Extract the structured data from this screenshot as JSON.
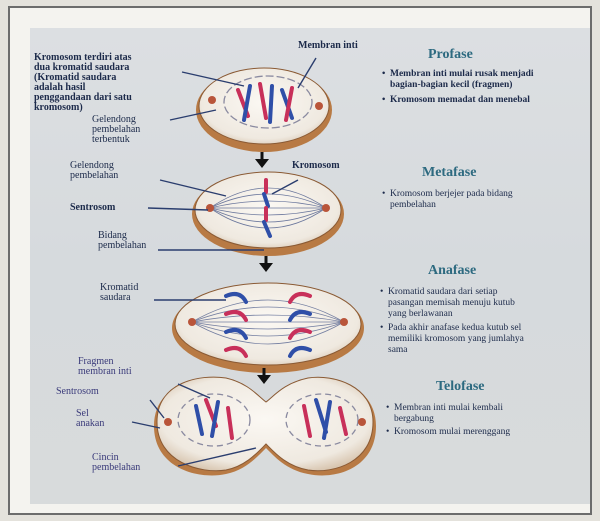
{
  "stages": [
    {
      "title": "Profase",
      "bullets": [
        [
          "Membran inti mulai rusak menjadi",
          "bagian-bagian kecil (fragmen)"
        ],
        [
          "Kromosom memadat dan menebal"
        ]
      ]
    },
    {
      "title": "Metafase",
      "bullets": [
        [
          "Kromosom berjejer pada bidang",
          "pembelahan"
        ]
      ]
    },
    {
      "title": "Anafase",
      "bullets": [
        [
          "Kromatid saudara dari setiap",
          "pasangan memisah menuju kutub",
          "yang berlawanan"
        ],
        [
          "Pada akhir anafase kedua kutub sel",
          "memiliki kromosom yang jumlahya",
          "sama"
        ]
      ]
    },
    {
      "title": "Telofase",
      "bullets": [
        [
          "Membran inti mulai kembali",
          "bergabung"
        ],
        [
          "Kromosom mulai merenggang"
        ]
      ]
    }
  ],
  "labels": {
    "kromosom_terdiri": [
      "Kromosom terdiri atas",
      "dua kromatid saudara",
      "(Kromatid saudara",
      "adalah hasil",
      "penggandaan dari satu",
      "kromosom)"
    ],
    "membran_inti": "Membran inti",
    "gelendong_terbentuk": [
      "Gelendong",
      "pembelahan",
      "terbentuk"
    ],
    "gelendong_pembelahan": [
      "Gelendong",
      "pembelahan"
    ],
    "kromosom": "Kromosom",
    "sentrosom_1": "Sentrosom",
    "bidang_pembelahan": [
      "Bidang",
      "pembelahan"
    ],
    "kromatid_saudara": [
      "Kromatid",
      "saudara"
    ],
    "fragmen_membran": [
      "Fragmen",
      "membran inti"
    ],
    "sentrosom_2": "Sentrosom",
    "sel_anakan": [
      "Sel",
      "anakan"
    ],
    "cincin_pembelahan": [
      "Cincin",
      "pembelahan"
    ]
  },
  "colors": {
    "cell_fill": "#f6f2ec",
    "cell_rim": "#b5743e",
    "chromosome_blue": "#2f4fa8",
    "chromosome_red": "#c8305a",
    "title": "#2d6a80",
    "text": "#1c2a4a"
  }
}
